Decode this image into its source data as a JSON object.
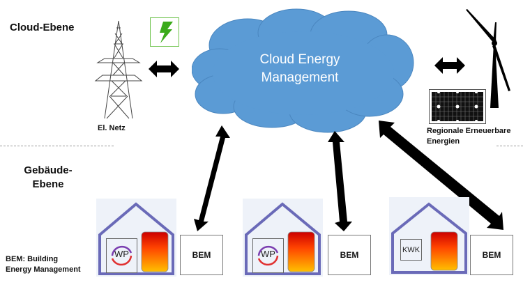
{
  "levels": {
    "cloud": "Cloud-Ebene",
    "building_line1": "Gebäude-",
    "building_line2": "Ebene"
  },
  "grid": {
    "label": "El. Netz",
    "icon": "power-pylon-icon",
    "badge_icon": "lightning-bolt-icon"
  },
  "cloud": {
    "line1": "Cloud Energy",
    "line2": "Management",
    "color": "#5b9bd5"
  },
  "renewables": {
    "line1": "Regionale Erneuerbare",
    "line2": "Energien",
    "icons": [
      "wind-turbine-icon",
      "solar-panel-icon"
    ]
  },
  "legend": {
    "line1": "BEM: Building",
    "line2": "Energy Management"
  },
  "buildings": [
    {
      "device": "WP",
      "device_type": "heat-pump",
      "bem": "BEM"
    },
    {
      "device": "WP",
      "device_type": "heat-pump",
      "bem": "BEM"
    },
    {
      "device": "KWK",
      "device_type": "chp",
      "bem": "BEM"
    }
  ],
  "colors": {
    "house_outline": "#6a6ab8",
    "house_bg": "#eef2f9",
    "bolt": "#3aaa1a",
    "tank_top": "#cc0000",
    "tank_mid": "#ff4400",
    "tank_bottom": "#ffc000"
  }
}
